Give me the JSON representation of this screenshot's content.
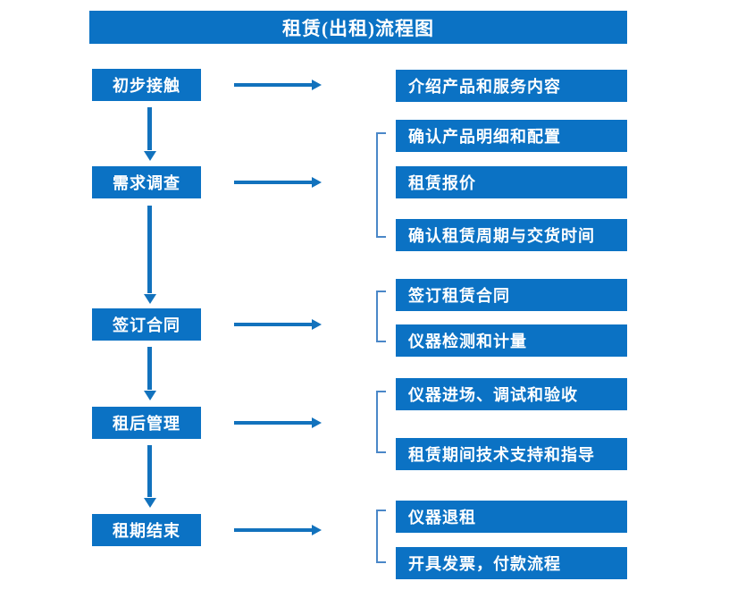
{
  "title": "租赁(出租)流程图",
  "colors": {
    "box_blue": "#0b72c4",
    "arrow_blue": "#1272bd",
    "bracket_blue": "#4a87c8",
    "text_white": "#ffffff",
    "background": "#ffffff"
  },
  "stages": [
    {
      "label": "初步接触"
    },
    {
      "label": "需求调查"
    },
    {
      "label": "签订合同"
    },
    {
      "label": "租后管理"
    },
    {
      "label": "租期结束"
    }
  ],
  "details": [
    {
      "label": "介绍产品和服务内容"
    },
    {
      "label": "确认产品明细和配置"
    },
    {
      "label": "租赁报价"
    },
    {
      "label": "确认租赁周期与交货时间"
    },
    {
      "label": "签订租赁合同"
    },
    {
      "label": "仪器检测和计量"
    },
    {
      "label": "仪器进场、调试和验收"
    },
    {
      "label": "租赁期间技术支持和指导"
    },
    {
      "label": "仪器退租"
    },
    {
      "label": "开具发票，付款流程"
    }
  ],
  "groups": [
    {
      "stage": "需求调查",
      "details": [
        "确认产品明细和配置",
        "租赁报价",
        "确认租赁周期与交货时间"
      ]
    },
    {
      "stage": "签订合同",
      "details": [
        "签订租赁合同",
        "仪器检测和计量"
      ]
    },
    {
      "stage": "租后管理",
      "details": [
        "仪器进场、调试和验收",
        "租赁期间技术支持和指导"
      ]
    },
    {
      "stage": "租期结束",
      "details": [
        "仪器退租",
        "开具发票，付款流程"
      ]
    }
  ]
}
